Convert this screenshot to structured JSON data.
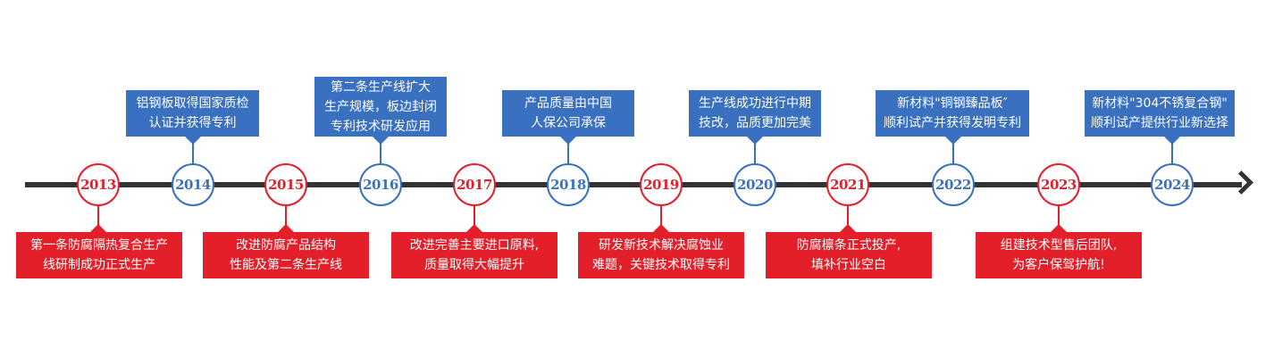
{
  "colors": {
    "red": "#e3202a",
    "blue": "#3a70c0",
    "axis": "#333333"
  },
  "events": [
    {
      "year": "2013",
      "lines": [
        "第一条防腐隔热复合生产",
        "线研制成功正式生产"
      ],
      "pos": "bottom",
      "color": "red"
    },
    {
      "year": "2014",
      "lines": [
        "铝钢板取得国家质检",
        "认证并获得专利"
      ],
      "pos": "top",
      "color": "blue"
    },
    {
      "year": "2015",
      "lines": [
        "改进防腐产品结构",
        "性能及第二条生产线"
      ],
      "pos": "bottom",
      "color": "red"
    },
    {
      "year": "2016",
      "lines": [
        "第二条生产线扩大",
        "生产规模，板边封闭",
        "专利技术研发应用"
      ],
      "pos": "top",
      "color": "blue"
    },
    {
      "year": "2017",
      "lines": [
        "改进完善主要进口原料,",
        "质量取得大幅提升"
      ],
      "pos": "bottom",
      "color": "red"
    },
    {
      "year": "2018",
      "lines": [
        "产品质量由中国",
        "人保公司承保"
      ],
      "pos": "top",
      "color": "blue"
    },
    {
      "year": "2019",
      "lines": [
        "研发新技术解决腐蚀业",
        "难题，关键技术取得专利"
      ],
      "pos": "bottom",
      "color": "red"
    },
    {
      "year": "2020",
      "lines": [
        "生产线成功进行中期",
        "技改，品质更加完美"
      ],
      "pos": "top",
      "color": "blue"
    },
    {
      "year": "2021",
      "lines": [
        "防腐檩条正式投产,",
        "填补行业空白"
      ],
      "pos": "bottom",
      "color": "red"
    },
    {
      "year": "2022",
      "lines": [
        "新材料\"铜钢臻品板″",
        "顺利试产并获得发明专利"
      ],
      "pos": "top",
      "color": "blue"
    },
    {
      "year": "2023",
      "lines": [
        "组建技术型售后团队,",
        "为客户保驾护航!"
      ],
      "pos": "bottom",
      "color": "red"
    },
    {
      "year": "2024",
      "lines": [
        "新材料\"304不锈复合钢\"",
        "顺利试产提供行业新选择"
      ],
      "pos": "top",
      "color": "blue"
    }
  ]
}
